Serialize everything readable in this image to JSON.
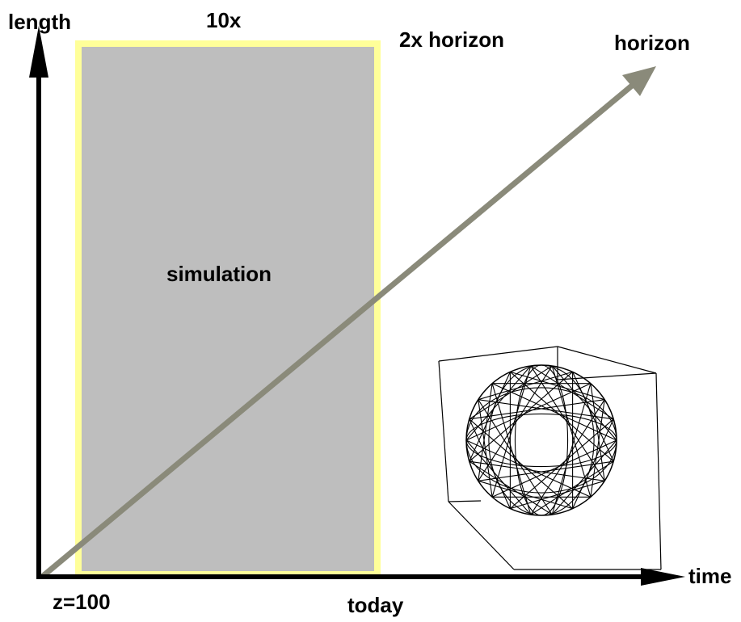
{
  "labels": {
    "y_axis": "length",
    "x_axis": "time",
    "top_box": "10x",
    "two_x_horizon": "2x horizon",
    "horizon": "horizon",
    "box_label": "simulation",
    "origin": "z=100",
    "today": "today"
  },
  "colors": {
    "axis": "#000000",
    "box_fill": "#bebebe",
    "box_border": "#ffff99",
    "horizon_arrow": "#8a8a7a",
    "wireframe": "#000000"
  },
  "icons": {
    "cube_sphere": "wireframe-sphere-in-cube-icon"
  }
}
